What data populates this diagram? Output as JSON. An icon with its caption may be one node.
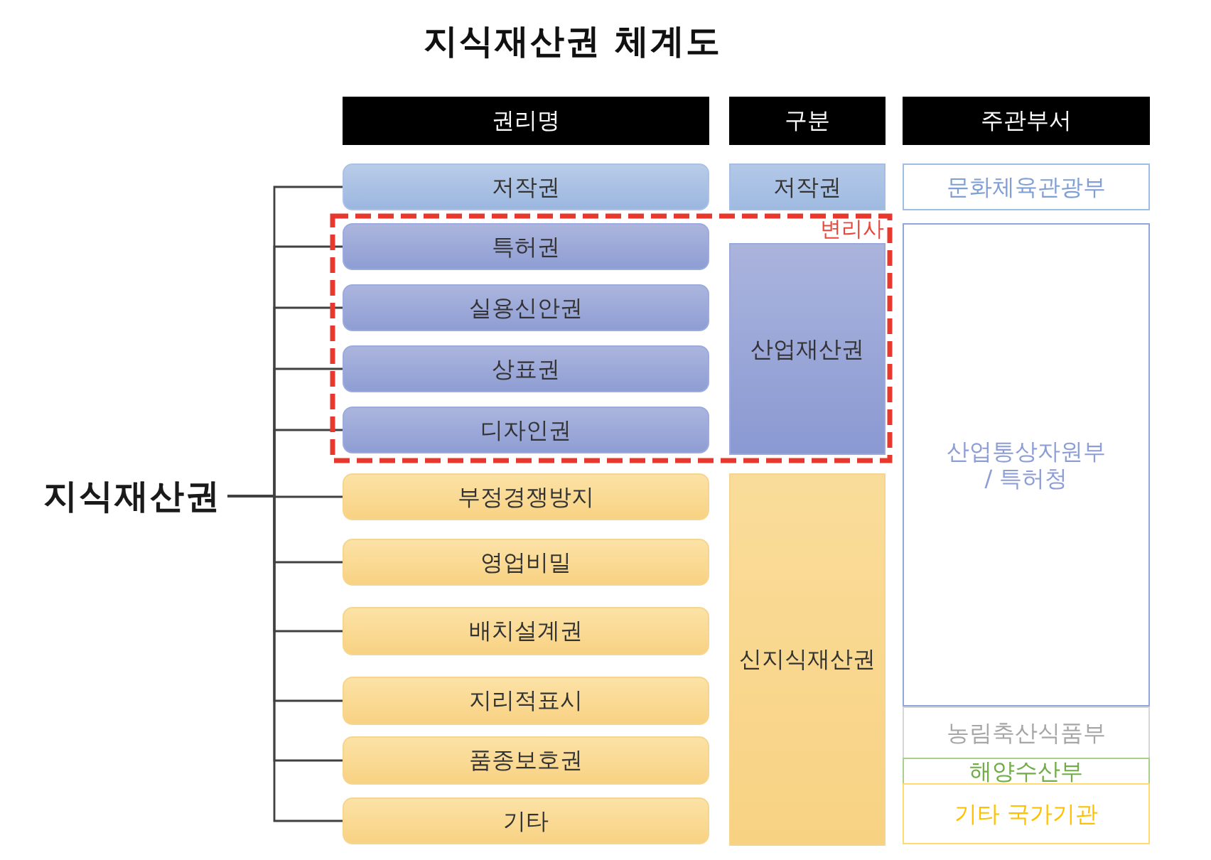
{
  "diagram": {
    "title": "지식재산권 체계도",
    "nodes": [
      {
        "text": [
          "권리명"
        ]
      },
      {
        "text": [
          "구분"
        ]
      },
      {
        "text": [
          "주관부서"
        ]
      },
      {
        "text": [
          "지식재산권"
        ]
      },
      {
        "text": [
          "저작권"
        ]
      },
      {
        "text": [
          "저작권"
        ]
      },
      {
        "text": [
          "문화체육관광부"
        ]
      },
      {
        "text": [
          "변리사"
        ]
      },
      {
        "text": [
          "특허권"
        ],
        "in": 7
      },
      {
        "text": [
          "실용신안권"
        ],
        "in": 7
      },
      {
        "text": [
          "상표권"
        ],
        "in": 7
      },
      {
        "text": [
          "디자인권"
        ],
        "in": 7
      },
      {
        "text": [
          "산업재산권"
        ],
        "in": 7
      },
      {
        "text": [
          "산업통상자원부 / 특허청"
        ]
      },
      {
        "text": [
          "부정경쟁방지"
        ]
      },
      {
        "text": [
          "영업비밀"
        ]
      },
      {
        "text": [
          "배치설계권"
        ]
      },
      {
        "text": [
          "지리적표시"
        ]
      },
      {
        "text": [
          "품종보호권"
        ]
      },
      {
        "text": [
          "기타"
        ]
      },
      {
        "text": [
          "신지식재산권"
        ]
      },
      {
        "text": [
          "농림축산식품부"
        ]
      },
      {
        "text": [
          "해양수산부"
        ]
      },
      {
        "text": [
          "기타 국가기관"
        ]
      }
    ],
    "edges": [
      {
        "from": 3,
        "to": 4,
        "arrow": "none"
      },
      {
        "from": 3,
        "to": 8,
        "arrow": "none"
      },
      {
        "from": 3,
        "to": 9,
        "arrow": "none"
      },
      {
        "from": 3,
        "to": 10,
        "arrow": "none"
      },
      {
        "from": 3,
        "to": 11,
        "arrow": "none"
      },
      {
        "from": 3,
        "to": 14,
        "arrow": "none"
      },
      {
        "from": 3,
        "to": 15,
        "arrow": "none"
      },
      {
        "from": 3,
        "to": 16,
        "arrow": "none"
      },
      {
        "from": 3,
        "to": 17,
        "arrow": "none"
      },
      {
        "from": 3,
        "to": 18,
        "arrow": "none"
      },
      {
        "from": 3,
        "to": 19,
        "arrow": "none"
      }
    ]
  }
}
